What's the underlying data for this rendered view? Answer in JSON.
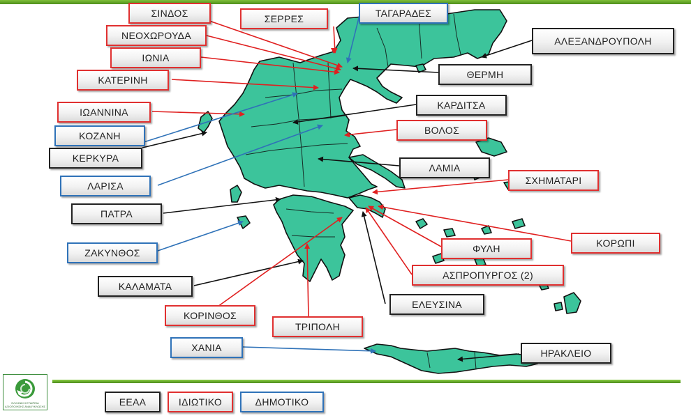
{
  "labels": {
    "sindos": "ΣΙΝΔΟΣ",
    "serres": "ΣΕΡΡΕΣ",
    "tagarades": "ΤΑΓΑΡΑΔΕΣ",
    "neochorouda": "ΝΕΟΧΩΡΟΥΔΑ",
    "alexandroupoli": "ΑΛΕΞΑΝΔΡΟΥΠΟΛΗ",
    "ionia": "ΙΩΝΙΑ",
    "thermi": "ΘΕΡΜΗ",
    "katerini": "ΚΑΤΕΡΙΝΗ",
    "karditsa": "ΚΑΡΔΙΤΣΑ",
    "ioannina": "ΙΩΑΝΝΙΝΑ",
    "volos": "ΒΟΛΟΣ",
    "kozani": "ΚΟΖΑΝΗ",
    "kerkyra": "ΚΕΡΚΥΡΑ",
    "lamia": "ΛΑΜΙΑ",
    "larisa": "ΛΑΡΙΣΑ",
    "schimatari": "ΣΧΗΜΑΤΑΡΙ",
    "patra": "ΠΑΤΡΑ",
    "koropi": "ΚΟΡΩΠΙ",
    "zakynthos": "ΖΑΚΥΝΘΟΣ",
    "fyli": "ΦΥΛΗ",
    "aspropyrgos": "ΑΣΠΡΟΠΥΡΓΟΣ (2)",
    "kalamata": "ΚΑΛΑΜΑΤΑ",
    "elefsina": "ΕΛΕΥΣΙΝΑ",
    "korinthos": "ΚΟΡΙΝΘΟΣ",
    "tripoli": "ΤΡΙΠΟΛΗ",
    "chania": "ΧΑΝΙΑ",
    "irakleio": "ΗΡΑΚΛΕΙΟ"
  },
  "legend": {
    "eeaa": "ΕΕΑΑ",
    "private": "ΙΔΙΩΤΙΚΟ",
    "municipal": "ΔΗΜΟΤΙΚΟ"
  },
  "logo_text": "ΕΛΛΗΝΙΚΗ ΕΤΑΙΡΕΙΑ ΑΞΙΟΠΟΙΗΣΗΣ ΑΝΑΚΥΚΛΩΣΗΣ",
  "colors": {
    "land": "#3cc49b",
    "private_border": "#e03030",
    "municipal_border": "#2f72b8",
    "eeaa_border": "#222222"
  },
  "icons": {
    "logo": "recycle-icon"
  }
}
